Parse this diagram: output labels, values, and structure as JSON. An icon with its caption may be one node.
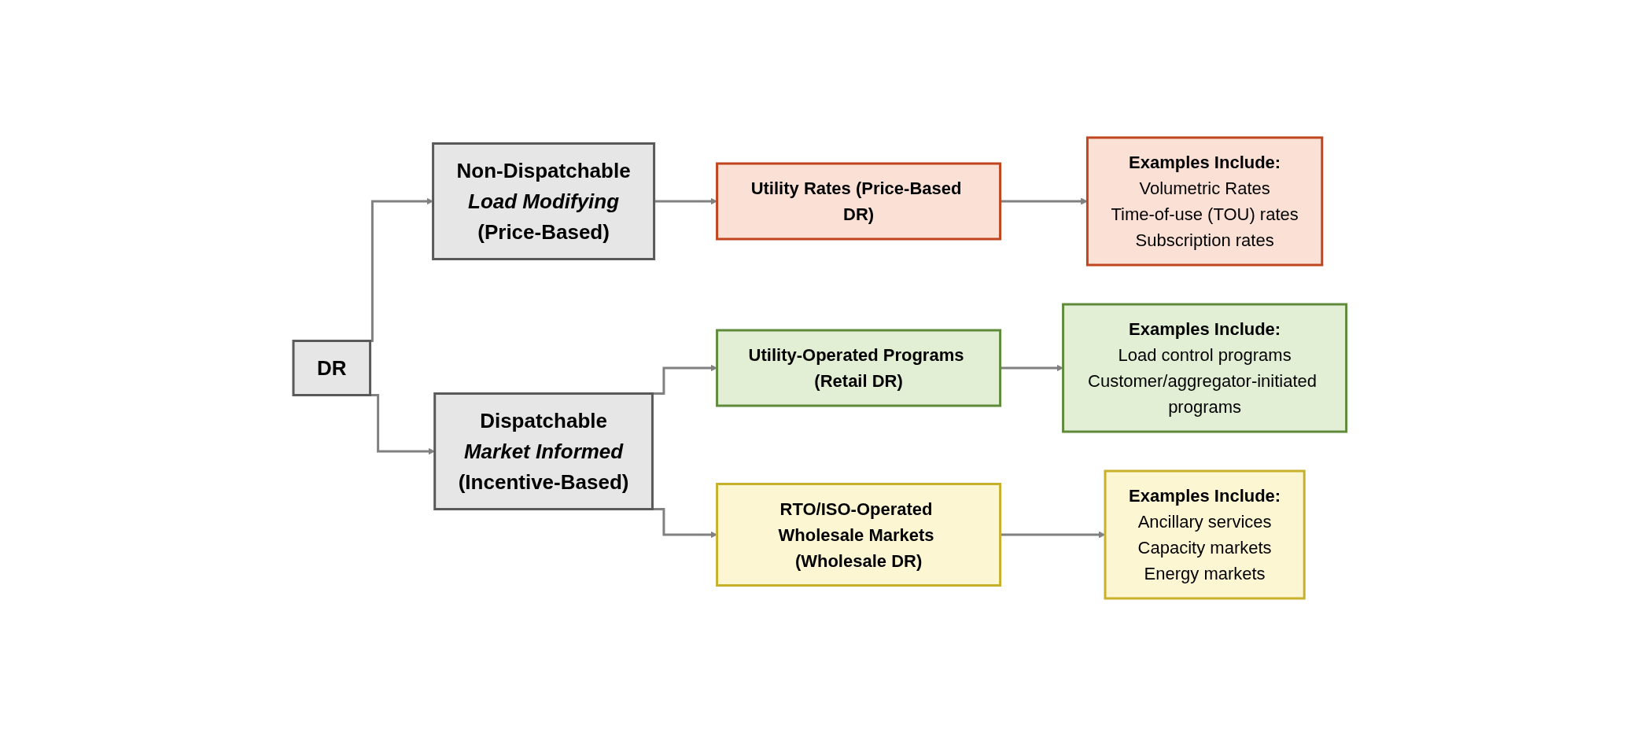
{
  "diagram": {
    "nodes": [
      {
        "text": [
          "DR"
        ]
      },
      {
        "text": [
          "Non-Dispatchable",
          "Load Modifying",
          "(Price-Based)"
        ]
      },
      {
        "text": [
          "Dispatchable",
          "Market Informed",
          "(Incentive-Based)"
        ]
      },
      {
        "text": [
          "Utility Rates (Price-Based DR)"
        ]
      },
      {
        "text": [
          "Utility-Operated Programs (Retail DR)"
        ]
      },
      {
        "text": [
          "RTO/ISO-Operated Wholesale Markets (Wholesale DR)"
        ]
      },
      {
        "text": [
          "Examples Include:",
          "Volumetric Rates",
          "Time-of-use (TOU) rates",
          "Subscription rates"
        ]
      },
      {
        "text": [
          "Examples Include:",
          "Load control programs",
          "Customer/aggregator-initiated programs"
        ]
      },
      {
        "text": [
          "Examples Include:",
          "Ancillary services",
          "Capacity markets",
          "Energy markets"
        ]
      }
    ],
    "edges": [
      {
        "from": 0,
        "to": 1,
        "arrow": "to"
      },
      {
        "from": 0,
        "to": 2,
        "arrow": "to"
      },
      {
        "from": 1,
        "to": 3,
        "arrow": "to"
      },
      {
        "from": 2,
        "to": 4,
        "arrow": "to"
      },
      {
        "from": 2,
        "to": 5,
        "arrow": "to"
      },
      {
        "from": 3,
        "to": 6,
        "arrow": "to"
      },
      {
        "from": 4,
        "to": 7,
        "arrow": "to"
      },
      {
        "from": 5,
        "to": 8,
        "arrow": "to"
      }
    ]
  }
}
